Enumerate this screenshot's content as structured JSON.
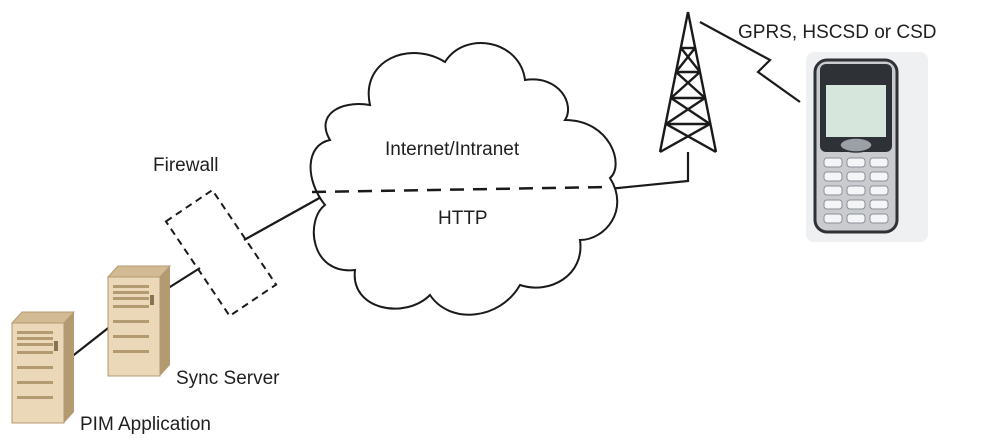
{
  "labels": {
    "network": "Internet/Intranet",
    "protocol": "HTTP",
    "firewall": "Firewall",
    "bearer": "GPRS, HSCSD or CSD",
    "sync_server": "Sync Server",
    "pim_app": "PIM Application"
  },
  "colors": {
    "line": "#1a1a1a",
    "server_body": "#ead8b8",
    "server_shade": "#d2bb94",
    "server_dark": "#b49a70",
    "phone_body": "#c9cbce",
    "phone_dark": "#2e3136",
    "phone_screen": "#d6e6dc"
  }
}
